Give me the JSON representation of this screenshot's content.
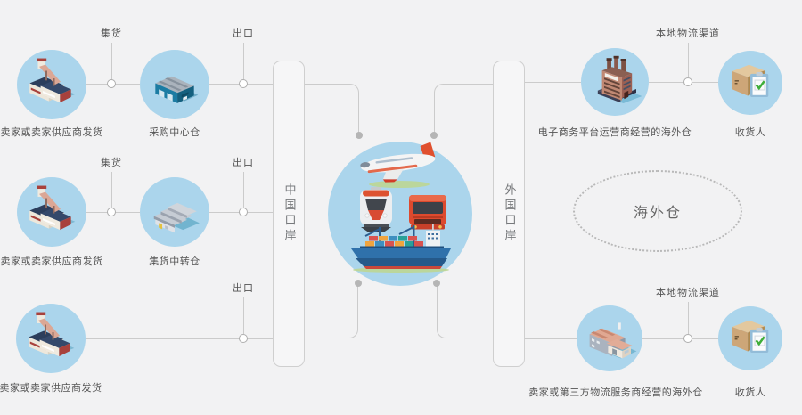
{
  "diagram": {
    "rows_left": [
      {
        "seller": "卖家或卖家供应商发货",
        "consolidation": "集货",
        "warehouse": "采购中心仓",
        "export": "出口"
      },
      {
        "seller": "卖家或卖家供应商发货",
        "consolidation": "集货",
        "warehouse": "集货中转仓",
        "export": "出口"
      },
      {
        "seller": "卖家或卖家供应商发货",
        "export": "出口"
      }
    ],
    "china_port": "中国口岸",
    "foreign_port": "外国口岸",
    "transport_hub_icons": [
      "airplane-icon",
      "train-icon",
      "truck-icon",
      "cargo-ship-icon"
    ],
    "rows_right": [
      {
        "warehouse": "电子商务平台运营商经营的海外仓",
        "channel": "本地物流渠道",
        "receiver": "收货人"
      },
      {
        "warehouse": "卖家或第三方物流服务商经营的海外仓",
        "channel": "本地物流渠道",
        "receiver": "收货人"
      }
    ],
    "overseas_warehouse": "海外仓"
  },
  "colors": {
    "background": "#f2f2f3",
    "circle_blue": "#abd5ec",
    "connector_grey": "#cbcbcb",
    "label_text": "#545454",
    "port_text": "#77797c",
    "accent_red": "#dd4a2e",
    "accent_navy": "#2f71ab",
    "shadow_teal": "#4d9fbd"
  }
}
